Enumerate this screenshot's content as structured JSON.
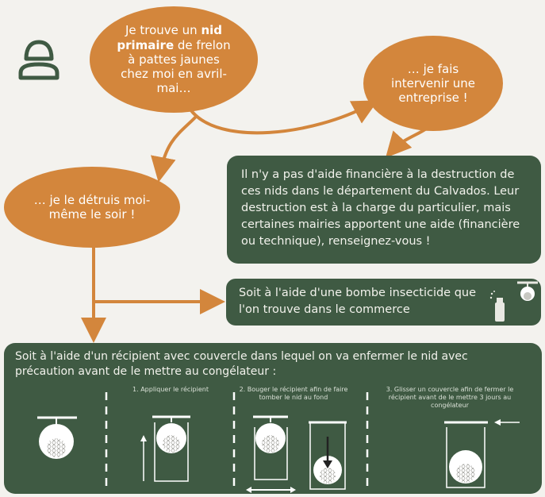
{
  "bubble1": {
    "text_a": "Je trouve un ",
    "bold_a": "nid",
    "bold_b": "primaire",
    "text_b": " de frelon à pattes jaunes chez moi en avril-mai…"
  },
  "bubble2": {
    "text": "… je fais intervenir une entreprise !"
  },
  "bubble3": {
    "text": "… je le détruis moi-même le soir !"
  },
  "box_aid": {
    "text": "Il n'y a pas d'aide financière à la destruction de ces nids dans le département du Calvados. Leur destruction est à la charge du particulier, mais certaines mairies apportent une aide (financière ou technique), renseignez-vous !"
  },
  "box_spray": {
    "text": "Soit à l'aide d'une bombe insecticide que l'on trouve dans le commerce"
  },
  "box_container": {
    "text": "Soit à l'aide d'un récipient avec couvercle dans lequel on va enfermer le nid avec précaution avant de le mettre au congélateur :",
    "step1": "1. Appliquer le récipient",
    "step2": "2. Bouger le récipient afin de faire tomber le nid au fond",
    "step3": "3. Glisser un couvercle afin de fermer le récipient avant de le mettre 3 jours au congélateur"
  },
  "colors": {
    "bubble": "#d3863c",
    "box": "#3f5a43",
    "arrow": "#d3863c",
    "nest": "#ffffff"
  },
  "icons": [
    "person-icon",
    "spray-can-icon",
    "nest-icon",
    "container-icon",
    "arrow-icon"
  ]
}
